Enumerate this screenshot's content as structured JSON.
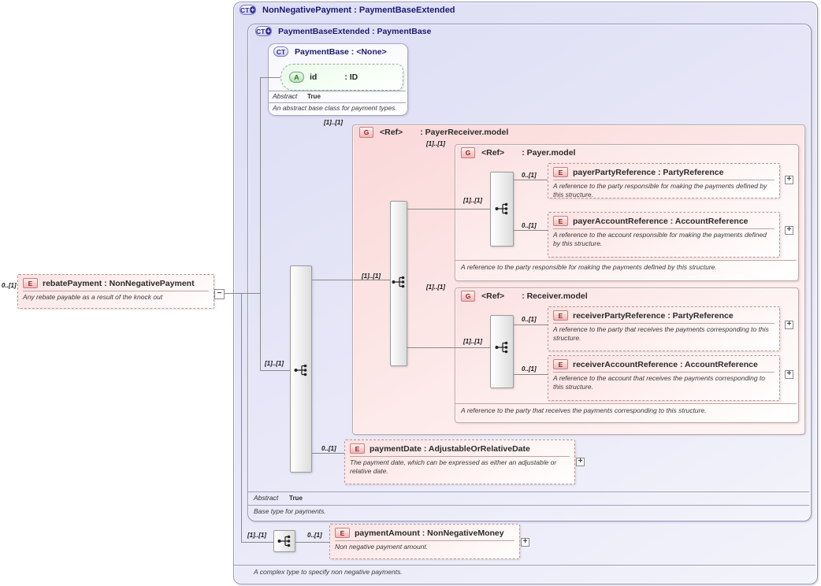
{
  "colors": {
    "container_fill": "#e6e6f8",
    "container_border": "#9595bb",
    "header_text": "#1b1b70",
    "group_fill": "#fbdede",
    "element_fill": "#fbe2e2",
    "attribute_fill": "#e9fbe9",
    "connector_line": "#8a8a8a",
    "badge_red_text": "#8f1f1f",
    "badge_blue_text": "#2a2a90",
    "badge_green_text": "#1f6f1f"
  },
  "outer": {
    "badge": "CT",
    "title": "NonNegativePayment : PaymentBaseExtended",
    "footer": "A complex type to specify non negative payments."
  },
  "middle": {
    "badge": "CT",
    "title": "PaymentBaseExtended : PaymentBase",
    "abstract_label": "Abstract",
    "abstract_value": "True",
    "footer": "Base type for payments."
  },
  "payment_base": {
    "badge": "CT",
    "title": "PaymentBase : <None>",
    "attribute": {
      "badge": "A",
      "name": "id",
      "type": ": ID"
    },
    "abstract_label": "Abstract",
    "abstract_value": "True",
    "footer": "An abstract base class for payment types."
  },
  "rebate_payment": {
    "cardinality": "0..[1]",
    "badge": "E",
    "title": "rebatePayment : NonNegativePayment",
    "annotation": "Any rebate payable as a result of the knock out",
    "collapse_glyph": "−"
  },
  "sequences": {
    "main": {
      "cardinality": "[1]..[1]"
    },
    "payer_receiver": {
      "cardinality": "[1]..[1]"
    },
    "payer": {
      "cardinality": "[1]..[1]"
    },
    "receiver": {
      "cardinality": "[1]..[1]"
    },
    "amount": {
      "cardinality": "[1]..[1]"
    }
  },
  "groups": {
    "payer_receiver": {
      "cardinality": "[1]..[1]",
      "badge": "G",
      "ref": "<Ref>",
      "type": ": PayerReceiver.model"
    },
    "payer": {
      "cardinality": "[1]..[1]",
      "badge": "G",
      "ref": "<Ref>",
      "type": ": Payer.model",
      "footer": "A reference to the party responsible for making the payments defined by this structure."
    },
    "receiver": {
      "cardinality": "[1]..[1]",
      "badge": "G",
      "ref": "<Ref>",
      "type": ": Receiver.model",
      "footer": "A reference to the party that receives the payments corresponding to this structure."
    }
  },
  "elements": {
    "payer_party": {
      "cardinality": "0..[1]",
      "badge": "E",
      "title": "payerPartyReference : PartyReference",
      "annotation": "A reference to the party responsible for making the payments defined by this structure.",
      "expand_glyph": "+"
    },
    "payer_account": {
      "cardinality": "0..[1]",
      "badge": "E",
      "title": "payerAccountReference : AccountReference",
      "annotation": "A reference to the account responsible for making the payments defined by this structure.",
      "expand_glyph": "+"
    },
    "receiver_party": {
      "cardinality": "0..[1]",
      "badge": "E",
      "title": "receiverPartyReference : PartyReference",
      "annotation": "A reference to the party that receives the payments corresponding to this structure.",
      "expand_glyph": "+"
    },
    "receiver_account": {
      "cardinality": "0..[1]",
      "badge": "E",
      "title": "receiverAccountReference : AccountReference",
      "annotation": "A reference to the account that receives the payments corresponding to this structure.",
      "expand_glyph": "+"
    },
    "payment_date": {
      "cardinality": "0..[1]",
      "badge": "E",
      "title": "paymentDate : AdjustableOrRelativeDate",
      "annotation": "The payment date, which can be expressed as either an adjustable or relative date.",
      "expand_glyph": "+"
    },
    "payment_amount": {
      "cardinality": "0..[1]",
      "badge": "E",
      "title": "paymentAmount : NonNegativeMoney",
      "annotation": "Non negative payment amount.",
      "expand_glyph": "+"
    }
  }
}
